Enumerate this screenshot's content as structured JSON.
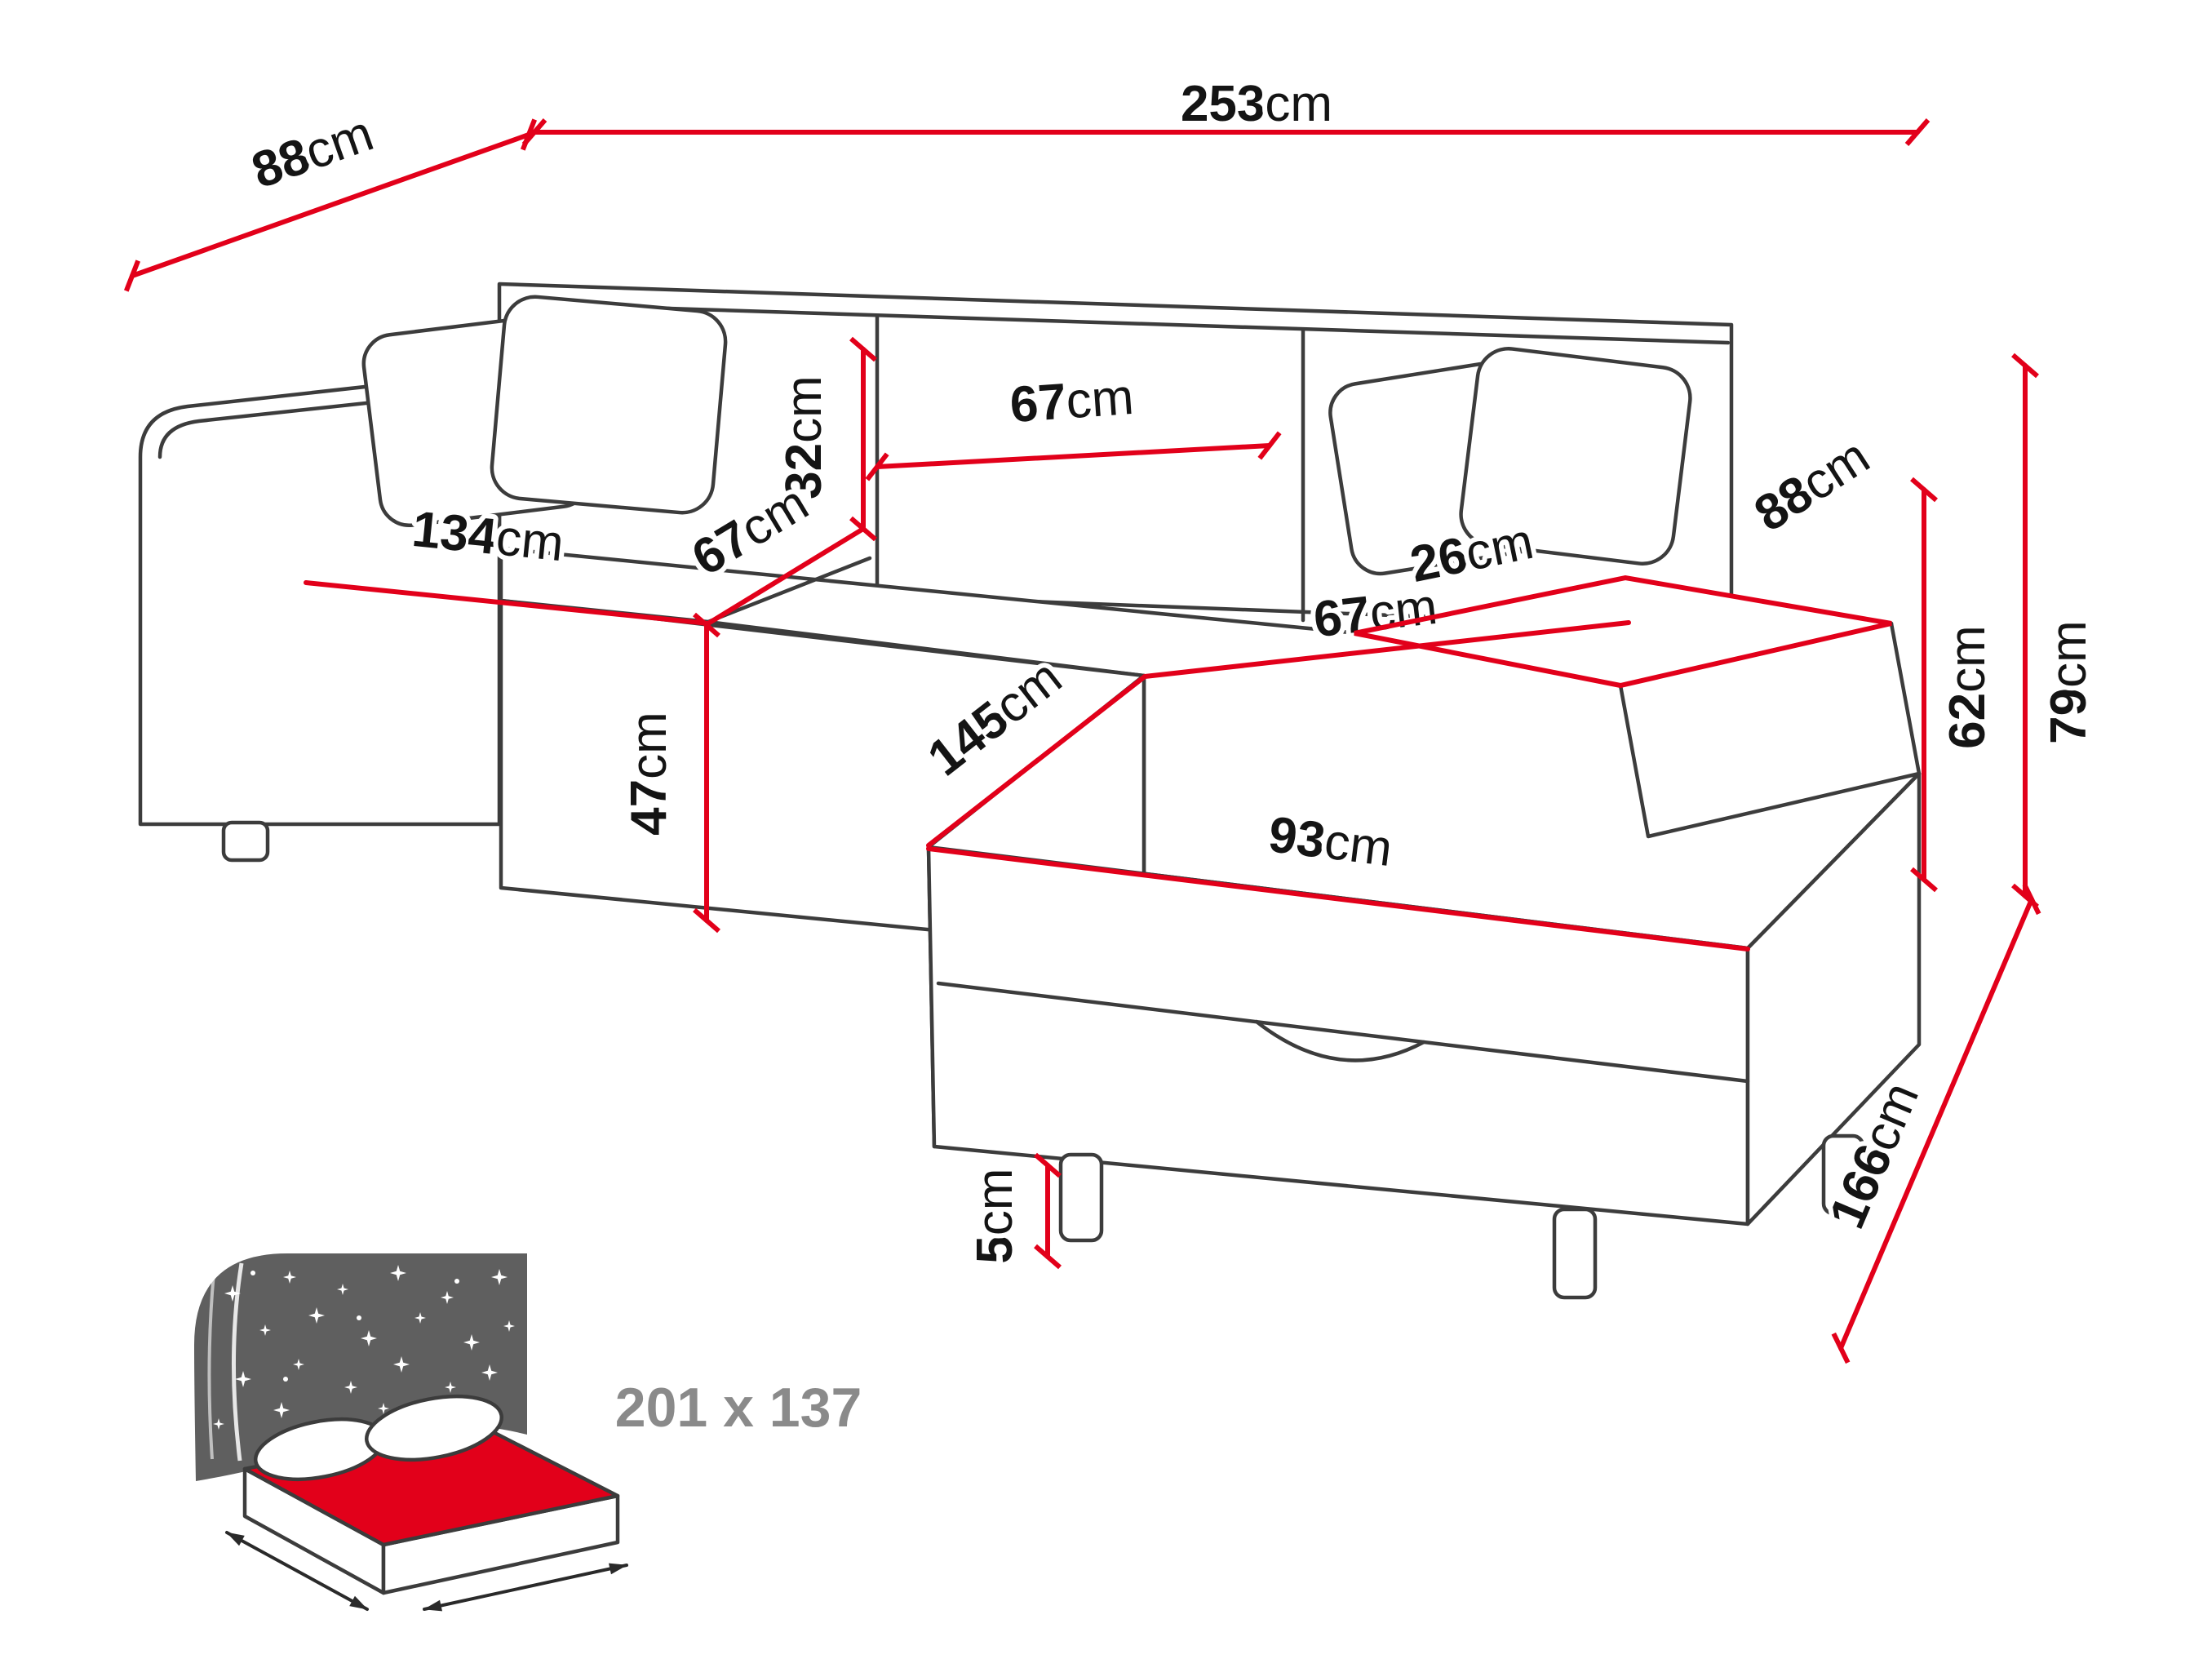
{
  "diagram": {
    "subject": "corner-sofa-bed-dimension-drawing",
    "units": "cm",
    "colors": {
      "dimension_line": "#e2001a",
      "outline": "#3c3c3c",
      "label_text": "#141414",
      "sleeping_label_text": "#8a8a8a",
      "headboard": "#5f5f5f",
      "mattress_top": "#e2001a"
    },
    "dimensions": {
      "total_width": {
        "value": "253",
        "unit": "cm"
      },
      "depth_left": {
        "value": "88",
        "unit": "cm"
      },
      "backrest_height": {
        "value": "32",
        "unit": "cm"
      },
      "back_cushion_width": {
        "value": "67",
        "unit": "cm"
      },
      "seat_left_width": {
        "value": "134",
        "unit": "cm"
      },
      "seat_depth": {
        "value": "67",
        "unit": "cm"
      },
      "seat_height": {
        "value": "47",
        "unit": "cm"
      },
      "chaise_length_top": {
        "value": "145",
        "unit": "cm"
      },
      "seat_right_width": {
        "value": "67",
        "unit": "cm"
      },
      "chaise_front_width": {
        "value": "93",
        "unit": "cm"
      },
      "armrest_width": {
        "value": "26",
        "unit": "cm"
      },
      "depth_right": {
        "value": "88",
        "unit": "cm"
      },
      "armrest_height": {
        "value": "62",
        "unit": "cm"
      },
      "total_height": {
        "value": "79",
        "unit": "cm"
      },
      "chaise_total_length": {
        "value": "166",
        "unit": "cm"
      },
      "leg_height": {
        "value": "5",
        "unit": "cm"
      }
    },
    "sleeping_area": {
      "label": "201 x 137",
      "icon": "sofa-bed-sleeping-area-icon"
    }
  }
}
